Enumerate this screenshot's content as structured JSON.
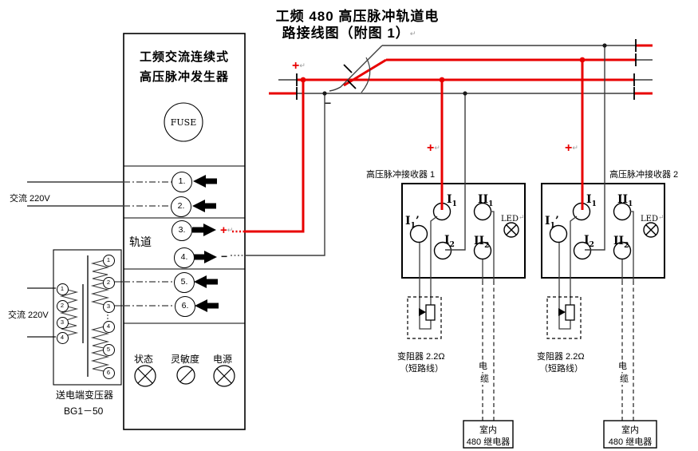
{
  "title": {
    "line1": "工频 480 高压脉冲轨道电",
    "line2": "路接线图（附图 1）"
  },
  "marks": {
    "plus": "+",
    "minus": "−",
    "return": "↵"
  },
  "ac_input_top": {
    "label": "交流 220V"
  },
  "ac_input_bottom": {
    "label": "交流 220V"
  },
  "generator": {
    "name_line1": "工频交流连续式",
    "name_line2": "高压脉冲发生器",
    "fuse_label": "FUSE",
    "track_label": "轨道",
    "terminals": [
      "1.",
      "2.",
      "3.",
      "4.",
      "5.",
      "6."
    ],
    "indicators": [
      "状态",
      "灵敏度",
      "电源"
    ]
  },
  "transformer": {
    "name_line1": "送电端变压器",
    "name_line2": "BG1－50",
    "primary_terminals": [
      "1",
      "2",
      "3",
      "4"
    ],
    "secondary_terminals": [
      "1",
      "2",
      "3",
      "4",
      "5",
      "6"
    ]
  },
  "receiver1": {
    "title": "高压脉冲接收器 1",
    "terminals": {
      "i1": {
        "base": "I",
        "sub": "1"
      },
      "ii1": {
        "base": "II",
        "sub": "1"
      },
      "i1p": {
        "base": "I",
        "sub": "1",
        "suffix": "’"
      },
      "i2": {
        "base": "I",
        "sub": "2"
      },
      "ii2": {
        "base": "II",
        "sub": "2"
      }
    },
    "led_label": "LED",
    "rheostat_line1": "变阻器 2.2Ω",
    "rheostat_line2": "（短路线）",
    "cable_char1": "电",
    "cable_char2": "缆",
    "relay_line1": "室内",
    "relay_line2": "480 继电器"
  },
  "receiver2": {
    "title": "高压脉冲接收器 2",
    "terminals": {
      "i1": {
        "base": "I",
        "sub": "1"
      },
      "ii1": {
        "base": "II",
        "sub": "1"
      },
      "i1p": {
        "base": "I",
        "sub": "1",
        "suffix": "’"
      },
      "i2": {
        "base": "I",
        "sub": "2"
      },
      "ii2": {
        "base": "II",
        "sub": "2"
      }
    },
    "led_label": "LED",
    "rheostat_line1": "变阻器 2.2Ω",
    "rheostat_line2": "（短路线）",
    "cable_char1": "电",
    "cable_char2": "缆",
    "relay_line1": "室内",
    "relay_line2": "480 继电器"
  },
  "colors": {
    "wire_red": "#e80000",
    "wire_dark": "#3c3c3c",
    "ink": "#000000"
  }
}
